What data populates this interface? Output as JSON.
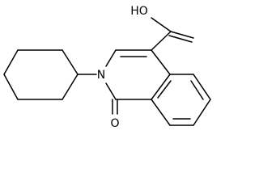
{
  "molecule": {
    "atoms": [
      {
        "id": "OH",
        "label": "HO"
      },
      {
        "id": "N",
        "label": "N"
      },
      {
        "id": "O",
        "label": "O"
      }
    ]
  },
  "colors": {
    "line": "#000000",
    "background": "#ffffff"
  }
}
